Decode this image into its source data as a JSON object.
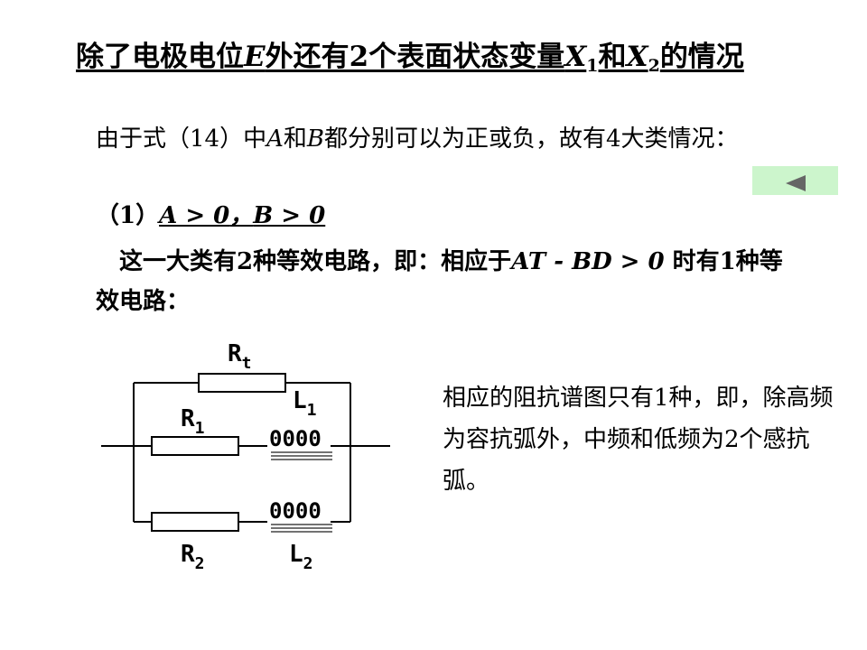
{
  "title": {
    "part1": "除了电极电位",
    "E": "E",
    "part2": "外还有2个表面状态变量",
    "X": "X",
    "sub1": "1",
    "and": "和",
    "X2": "X",
    "sub2": "2",
    "part3": "的情况"
  },
  "para1": {
    "p1": "由于式（14）中",
    "A": "A",
    "and": "和",
    "B": "B",
    "p2": "都分别可以为正或负，故有4大类情况："
  },
  "case1": {
    "prefix": "（1）",
    "cond_a": "A > 0",
    "sep": "，",
    "cond_b": "B > 0"
  },
  "para2": {
    "p1": "这一大类有2种等效电路，即：相应于",
    "expr": "AT - BD > 0",
    "p2": " 时有1种等效电路："
  },
  "description": "相应的阻抗谱图只有1种，即，除高频为容抗弧外，中频和低频为2个感抗弧。",
  "circuit": {
    "labels": {
      "Rt": "R",
      "Rt_sub": "t",
      "R1": "R",
      "R1_sub": "1",
      "L1": "L",
      "L1_sub": "1",
      "R2": "R",
      "R2_sub": "2",
      "L2": "L",
      "L2_sub": "2",
      "coil": "0000"
    }
  },
  "nav": {
    "back_icon": "triangle-left-icon",
    "button_color": "#ccf5cc",
    "icon_color": "#666666"
  }
}
